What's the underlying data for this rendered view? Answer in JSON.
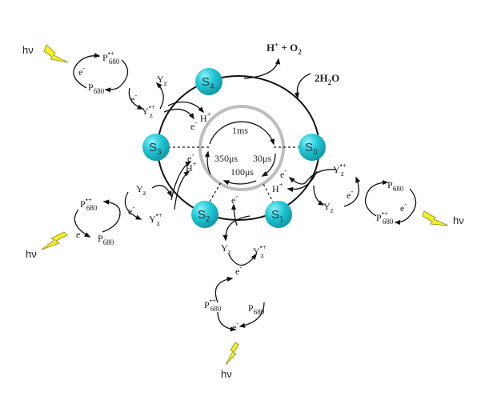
{
  "title": "Kok S-state cycle of the oxygen-evolving complex",
  "states": [
    {
      "main": "S",
      "sub": "0"
    },
    {
      "main": "S",
      "sub": "1"
    },
    {
      "main": "S",
      "sub": "2"
    },
    {
      "main": "S",
      "sub": "3"
    },
    {
      "main": "S",
      "sub": "4"
    }
  ],
  "products": {
    "o2": {
      "a": "H",
      "sup": "+",
      "b": " + O",
      "sub": "2"
    },
    "water": {
      "a": "2H",
      "sub": "2",
      "b": "O"
    }
  },
  "timings": [
    "1ms",
    "30μs",
    "100μs",
    "350μs"
  ],
  "labels": [
    {
      "main": "P",
      "sub": "680",
      "sup": "•+"
    },
    {
      "main": "P",
      "sub": "680",
      "sup": ""
    },
    {
      "main": "e",
      "sub": "",
      "sup": "-"
    },
    {
      "main": "Y",
      "sub": "z",
      "sup": ""
    },
    {
      "main": "Y",
      "sub": "z",
      "sup": "•+"
    },
    {
      "main": "e",
      "sub": "",
      "sup": "-"
    },
    {
      "main": "e",
      "sub": "",
      "sup": "-"
    },
    {
      "main": "H",
      "sub": "",
      "sup": "+"
    },
    {
      "main": "P",
      "sub": "680",
      "sup": "•+"
    },
    {
      "main": "P",
      "sub": "680",
      "sup": ""
    },
    {
      "main": "e",
      "sub": "",
      "sup": "-"
    },
    {
      "main": "Y",
      "sub": "z",
      "sup": ""
    },
    {
      "main": "Y",
      "sub": "z",
      "sup": "•+"
    },
    {
      "main": "e",
      "sub": "",
      "sup": "-"
    },
    {
      "main": "H",
      "sub": "",
      "sup": "+"
    },
    {
      "main": "e",
      "sub": "",
      "sup": "-"
    },
    {
      "main": "P",
      "sub": "680",
      "sup": "•+"
    },
    {
      "main": "P",
      "sub": "680",
      "sup": ""
    },
    {
      "main": "e",
      "sub": "",
      "sup": "-"
    },
    {
      "main": "Y",
      "sub": "z",
      "sup": ""
    },
    {
      "main": "Y",
      "sub": "z",
      "sup": "•+"
    },
    {
      "main": "e",
      "sub": "",
      "sup": "-"
    },
    {
      "main": "e",
      "sub": "",
      "sup": "-"
    },
    {
      "main": "P",
      "sub": "680",
      "sup": ""
    },
    {
      "main": "P",
      "sub": "680",
      "sup": "•+"
    },
    {
      "main": "e",
      "sub": "",
      "sup": "-"
    },
    {
      "main": "Y",
      "sub": "z",
      "sup": "•+"
    },
    {
      "main": "Y",
      "sub": "z",
      "sup": ""
    },
    {
      "main": "e",
      "sub": "",
      "sup": "-"
    },
    {
      "main": "e",
      "sub": "",
      "sup": "-"
    },
    {
      "main": "H",
      "sub": "",
      "sup": "+"
    }
  ],
  "light": [
    "hν",
    "hν",
    "hν",
    "hν"
  ],
  "colors": {
    "sphere": "#22c8d6",
    "bolt": "#f2ee2a",
    "inner": "#bdbdbd"
  }
}
